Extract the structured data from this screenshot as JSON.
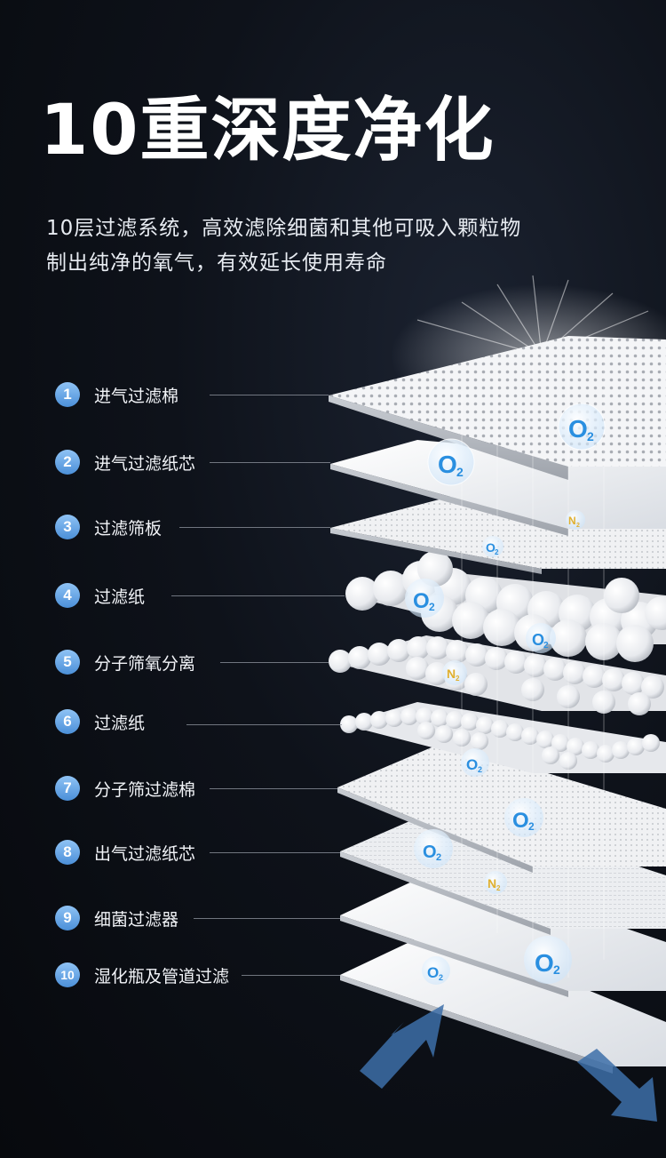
{
  "heading": {
    "title": "10重深度净化",
    "subtitle_line1": "10层过滤系统，高效滤除细菌和其他可吸入颗粒物",
    "subtitle_line2": "制出纯净的氧气，有效延长使用寿命"
  },
  "layers": [
    {
      "num": "1",
      "label": "进气过滤棉"
    },
    {
      "num": "2",
      "label": "进气过滤纸芯"
    },
    {
      "num": "3",
      "label": "过滤筛板"
    },
    {
      "num": "4",
      "label": "过滤纸"
    },
    {
      "num": "5",
      "label": "分子筛氧分离"
    },
    {
      "num": "6",
      "label": "过滤纸"
    },
    {
      "num": "7",
      "label": "分子筛过滤棉"
    },
    {
      "num": "8",
      "label": "出气过滤纸芯"
    },
    {
      "num": "9",
      "label": "细菌过滤器"
    },
    {
      "num": "10",
      "label": "湿化瓶及管道过滤"
    }
  ],
  "bubbles": {
    "oxygen_main": "O",
    "oxygen_sub": "2",
    "nitrogen_main": "N",
    "nitrogen_sub": "2"
  },
  "colors": {
    "badge": "#5a9be0",
    "oxygen": "#2a8fe0",
    "nitrogen": "#e0b030",
    "arrow": "#3d6fa8"
  }
}
